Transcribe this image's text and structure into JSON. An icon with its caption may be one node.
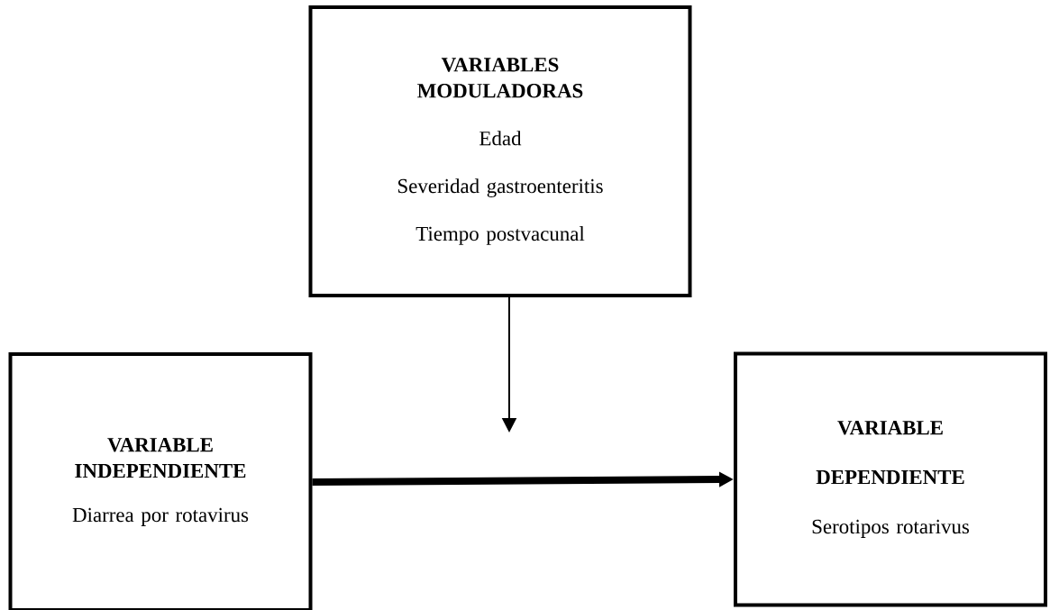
{
  "diagram": {
    "nodes": [
      {
        "text": [
          "VARIABLES MODULADORAS",
          "Edad",
          "Severidad gastroenteritis",
          "Tiempo postvacunal"
        ]
      },
      {
        "text": [
          "VARIABLE INDEPENDIENTE",
          "Diarrea por rotavirus"
        ]
      },
      {
        "text": [
          "VARIABLE",
          "DEPENDIENTE",
          "Serotipos rotarivus"
        ]
      }
    ],
    "edges": [
      {
        "from": 1,
        "to": 2,
        "arrow": "to",
        "style": "thick"
      },
      {
        "from": 0,
        "to": null,
        "arrow": "to"
      }
    ]
  }
}
